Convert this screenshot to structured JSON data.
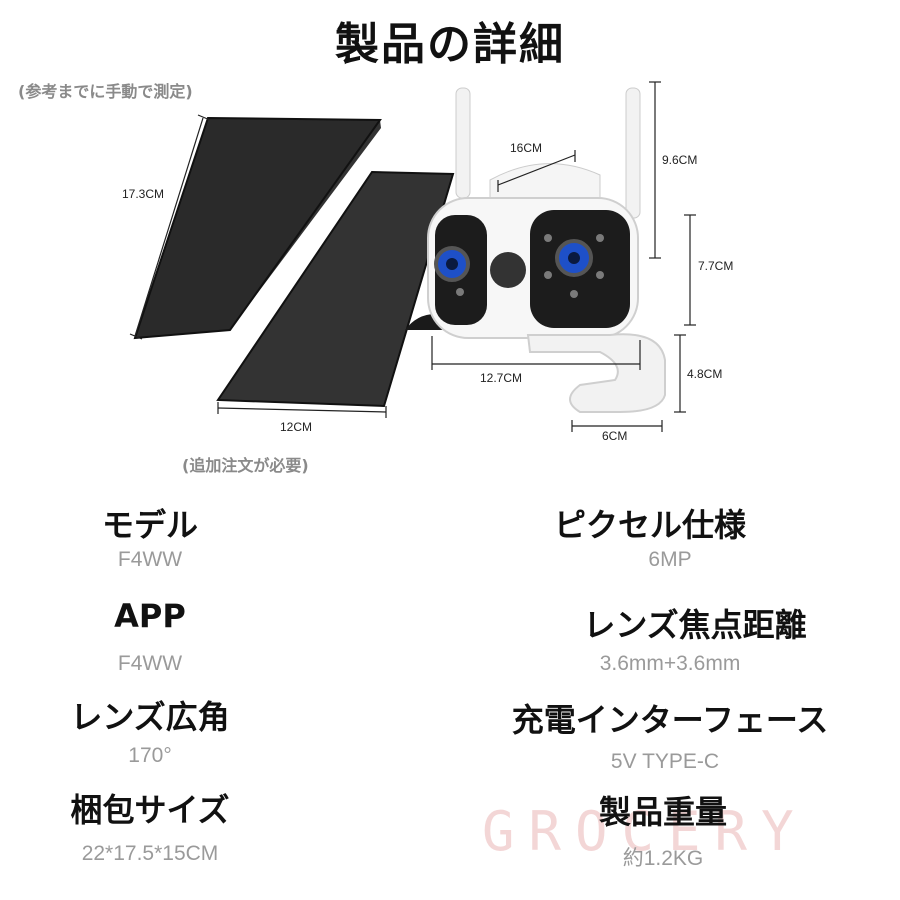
{
  "title": "製品の詳細",
  "notes": {
    "measure": "(参考までに手動で測定)",
    "order": "(追加注文が必要)"
  },
  "dimensions": {
    "panel_height": "17.3CM",
    "panel_width": "12CM",
    "camera_top": "16CM",
    "antenna_height": "9.6CM",
    "body_height": "7.7CM",
    "body_width": "12.7CM",
    "mount_height": "4.8CM",
    "mount_width": "6CM"
  },
  "specs": {
    "model": {
      "label": "モデル",
      "value": "F4WW"
    },
    "pixel": {
      "label": "ピクセル仕様",
      "value": "6MP"
    },
    "app": {
      "label": "APP",
      "value": "F4WW"
    },
    "focal": {
      "label": "レンズ焦点距離",
      "value": "3.6mm+3.6mm"
    },
    "wide": {
      "label": "レンズ広角",
      "value": "170°"
    },
    "charge": {
      "label": "充電インターフェース",
      "value": "5V TYPE-C"
    },
    "package": {
      "label": "梱包サイズ",
      "value": "22*17.5*15CM"
    },
    "weight": {
      "label": "製品重量",
      "value": "約1.2KG"
    }
  },
  "watermark": "GROCERY"
}
